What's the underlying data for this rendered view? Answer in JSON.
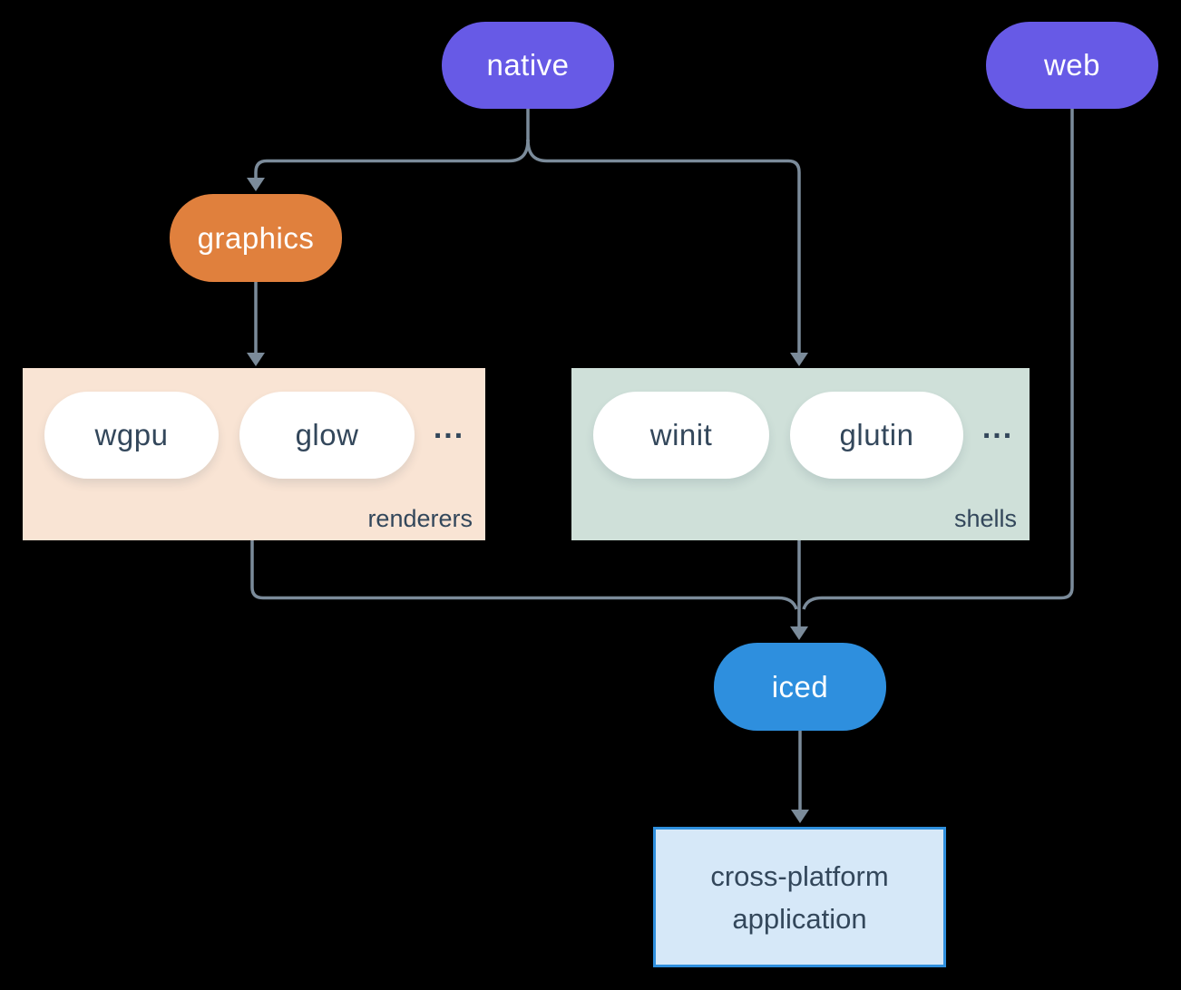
{
  "diagram": {
    "nodes": {
      "native": "native",
      "web": "web",
      "graphics": "graphics",
      "iced": "iced",
      "application": [
        "cross-platform",
        "application"
      ]
    },
    "groups": {
      "renderers": {
        "label": "renderers",
        "items": [
          "wgpu",
          "glow"
        ],
        "ellipsis": "..."
      },
      "shells": {
        "label": "shells",
        "items": [
          "winit",
          "glutin"
        ],
        "ellipsis": "..."
      }
    }
  },
  "colors": {
    "background": "#000000",
    "purple": "#675AE6",
    "orange": "#E0803D",
    "blue": "#2E8FDE",
    "renderers_fill": "#F9E4D4",
    "renderers_border": "#E0803D",
    "shells_fill": "#CFE0D9",
    "shells_border": "#2E7D6E",
    "app_fill": "#D6E8F8",
    "app_border": "#2F8FDD",
    "connector": "#7B8B9A",
    "dark_text": "#33475B",
    "light_text": "#FFFFFF"
  }
}
